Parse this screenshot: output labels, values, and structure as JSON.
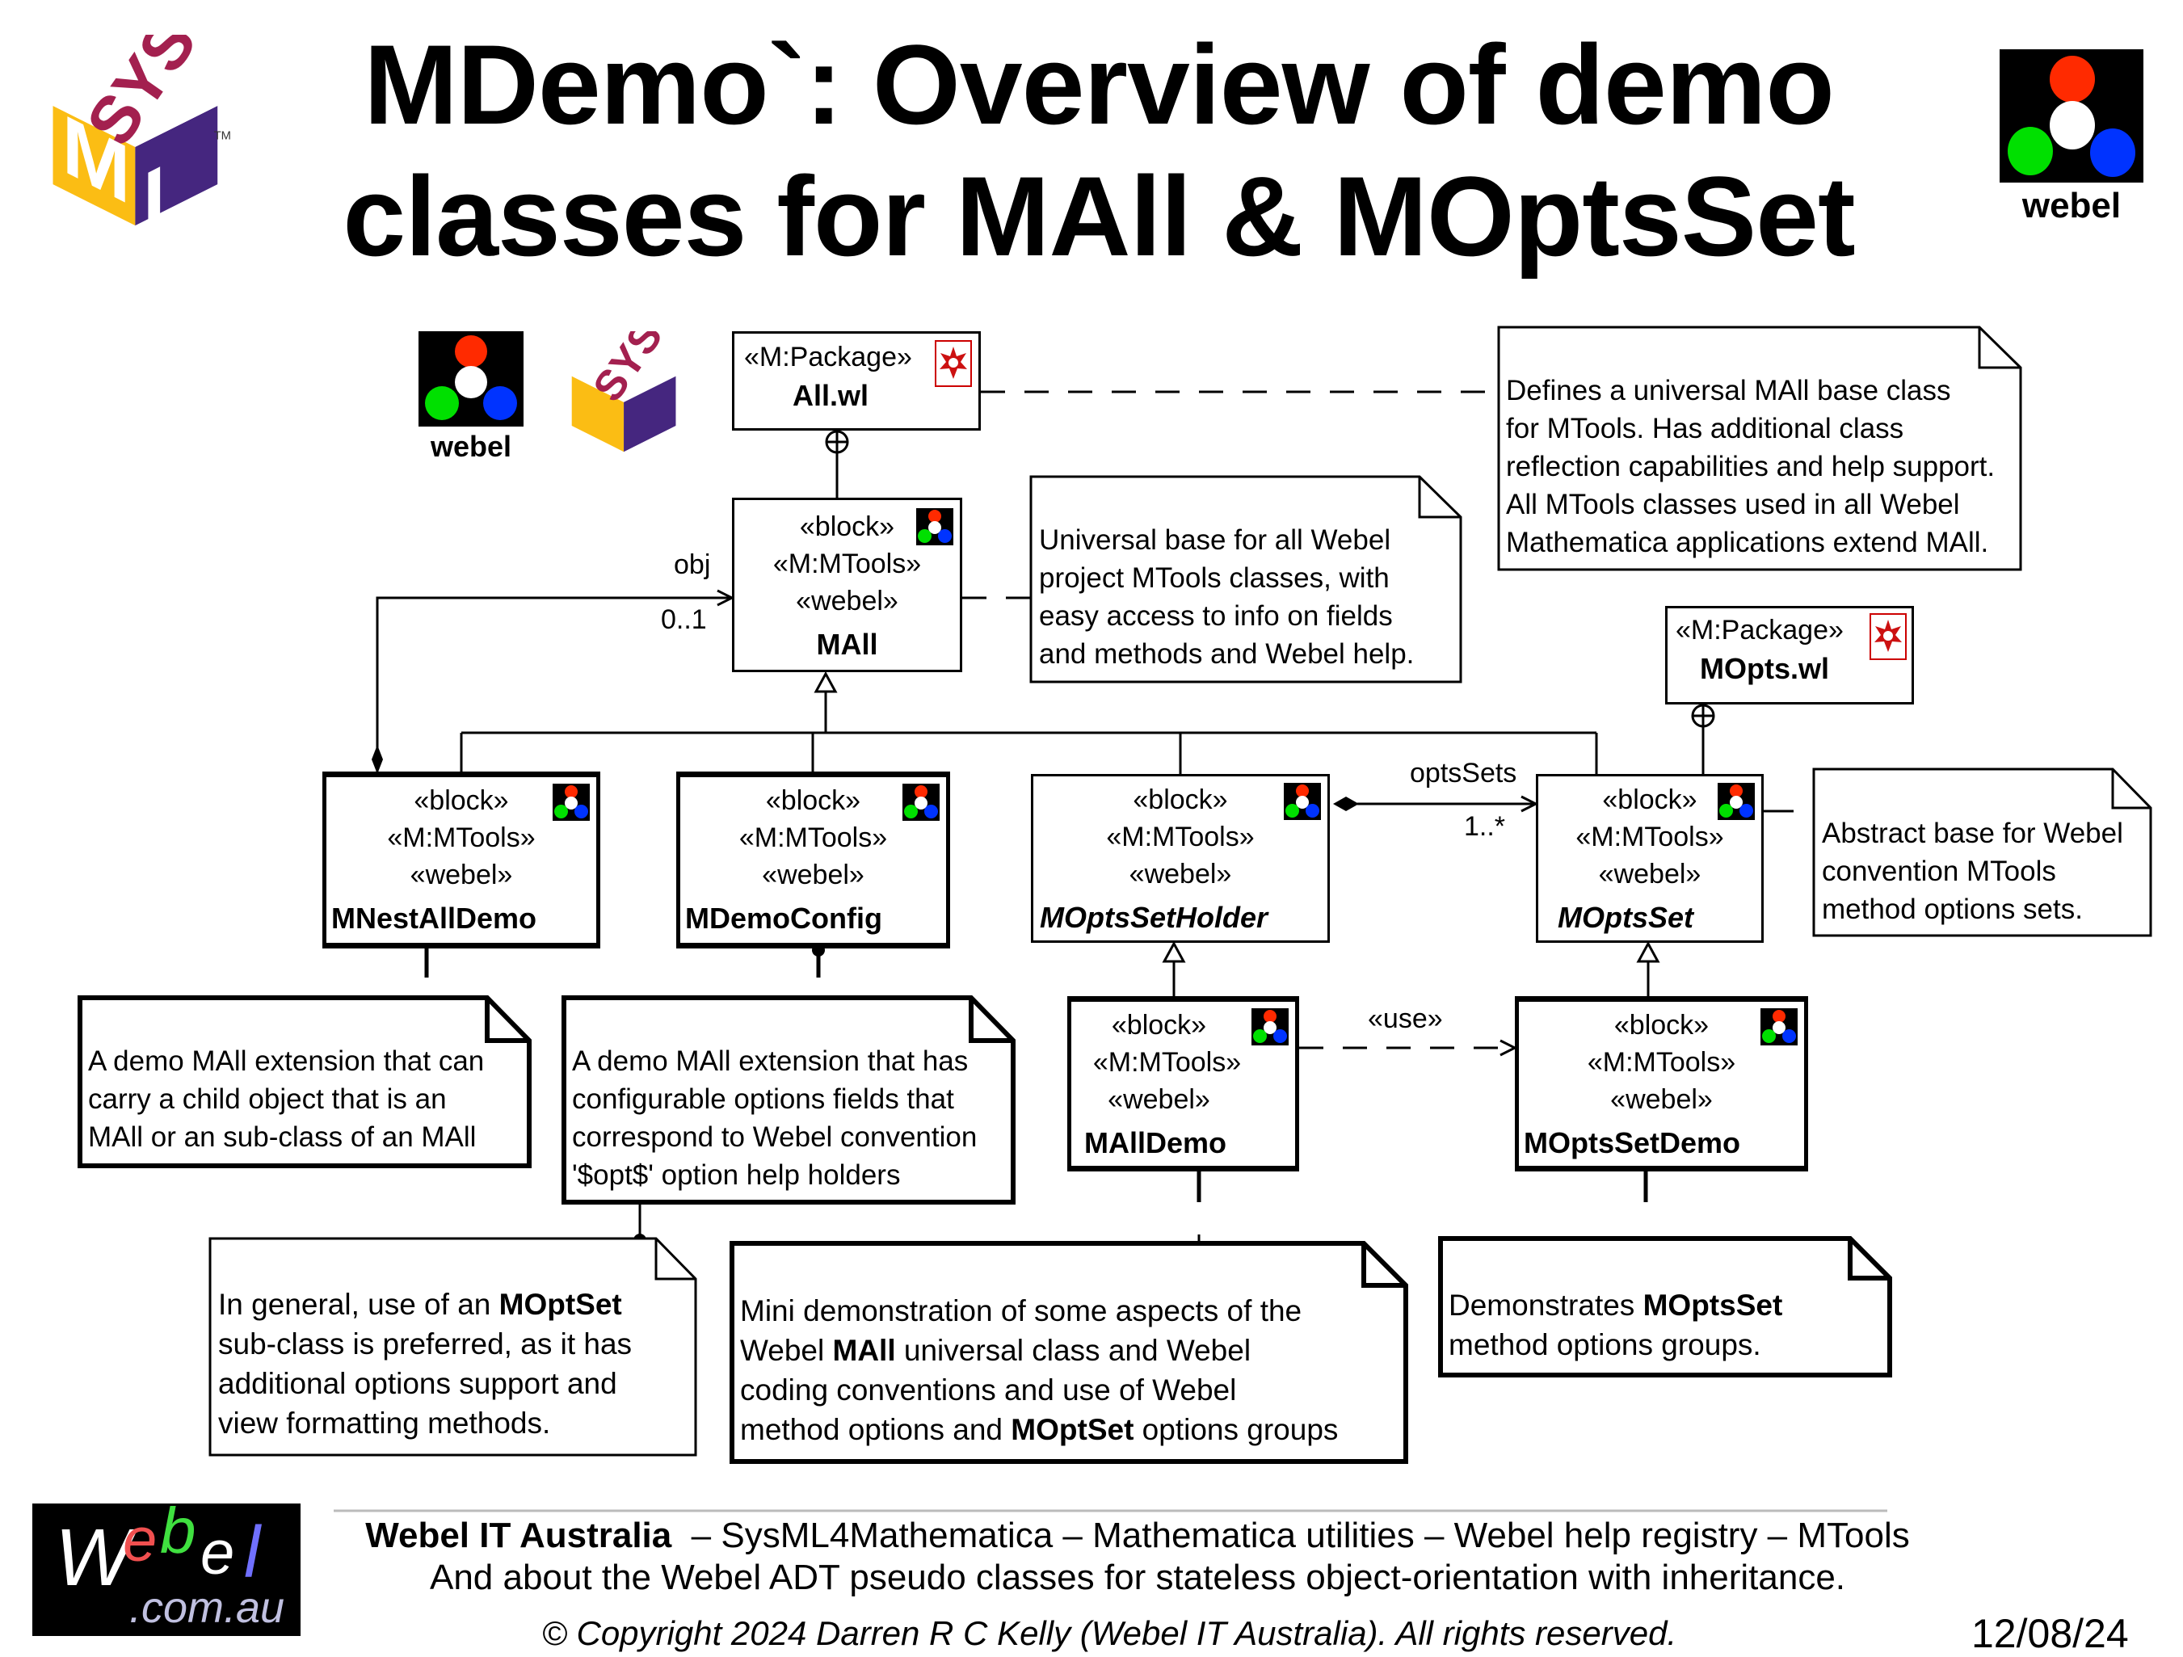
{
  "header": {
    "title_line1": "MDemo`: Overview of demo",
    "title_line2": "classes for MAll & MOptsSet",
    "webel_logo_label": "webel",
    "sysml_logo_tm": "TM"
  },
  "diagram": {
    "small_webel_logo_label": "webel",
    "packages": [
      {
        "id": "all-wl",
        "stereotype": "«M:Package»",
        "name": "All.wl",
        "icon": "wolfram-icon"
      },
      {
        "id": "mopts-wl",
        "stereotype": "«M:Package»",
        "name": "MOpts.wl",
        "icon": "wolfram-icon"
      }
    ],
    "blocks": [
      {
        "id": "mall",
        "stereotypes": [
          "«block»",
          "«M:MTools»",
          "«webel»"
        ],
        "name": "MAll",
        "abstract": false
      },
      {
        "id": "mnestalldemo",
        "stereotypes": [
          "«block»",
          "«M:MTools»",
          "«webel»"
        ],
        "name": "MNestAllDemo",
        "abstract": false
      },
      {
        "id": "mdemoconfig",
        "stereotypes": [
          "«block»",
          "«M:MTools»",
          "«webel»"
        ],
        "name": "MDemoConfig",
        "abstract": false
      },
      {
        "id": "moptssetholder",
        "stereotypes": [
          "«block»",
          "«M:MTools»",
          "«webel»"
        ],
        "name": "MOptsSetHolder",
        "abstract": true
      },
      {
        "id": "moptsset",
        "stereotypes": [
          "«block»",
          "«M:MTools»",
          "«webel»"
        ],
        "name": "MOptsSet",
        "abstract": true
      },
      {
        "id": "malldemo",
        "stereotypes": [
          "«block»",
          "«M:MTools»",
          "«webel»"
        ],
        "name": "MAllDemo",
        "abstract": false
      },
      {
        "id": "moptssetdemo",
        "stereotypes": [
          "«block»",
          "«M:MTools»",
          "«webel»"
        ],
        "name": "MOptsSetDemo",
        "abstract": false
      }
    ],
    "associations": {
      "obj_role": "obj",
      "obj_multiplicity": "0..1",
      "optssets_role": "optsSets",
      "optssets_multiplicity": "1..*",
      "use_label": "«use»"
    },
    "notes": {
      "defines": [
        "Defines a universal MAll base class",
        "for MTools. Has additional class",
        "reflection capabilities and help support.",
        "All MTools classes used in all Webel",
        "Mathematica applications extend MAll."
      ],
      "universal": [
        "Universal base for all Webel",
        "project MTools classes, with",
        "easy access to info on fields",
        "and methods and Webel help."
      ],
      "abstract": [
        "Abstract base for Webel",
        "convention MTools",
        "method options sets."
      ],
      "nest_demo": [
        "A demo MAll extension  that can",
        "carry a child object that is an",
        "MAll or an sub-class of an MAll"
      ],
      "config_demo": [
        "A demo MAll extension that has",
        "configurable options fields that",
        "correspond to Webel convention",
        "'$opt$' option help holders"
      ],
      "general": {
        "l1_pre": "In general, use of an ",
        "l1_bold": "MOptSet",
        "l2": "sub-class is preferred, as it has",
        "l3": "additional options support and",
        "l4": "view formatting methods."
      },
      "mini": {
        "l1": "Mini demonstration of some aspects of the",
        "l2_pre": "Webel ",
        "l2_bold": "MAll",
        "l2_post": " universal class and Webel",
        "l3": "coding conventions and use of Webel",
        "l4_pre": "method options and ",
        "l4_bold": "MOptSet",
        "l4_post": " options groups"
      },
      "demonstrates": {
        "l1_pre": "Demonstrates ",
        "l1_bold": "MOptsSet",
        "l2": "method options groups."
      }
    }
  },
  "footer": {
    "logo_w": "W",
    "logo_e1": "e",
    "logo_b": "b",
    "logo_e2": "e",
    "logo_l": "l",
    "logo_domain": ".com.au",
    "line1_bold": "Webel IT Australia",
    "line1_rest": "  – SysML4Mathematica – Mathematica utilities – Webel help registry – MTools",
    "line2": "And about the Webel ADT pseudo classes for stateless object-orientation with inheritance.",
    "copyright": "© Copyright 2024 Darren R C Kelly (Webel IT Australia). All rights reserved.",
    "date": "12/08/24"
  },
  "colors": {
    "sysml_magenta": "#a3204f",
    "sysml_yellow": "#fbbd14",
    "sysml_purple": "#45267f",
    "webel_red": "#ff2a00",
    "webel_green": "#00e000",
    "webel_blue": "#0033ff",
    "wolfram_red": "#cc1111"
  }
}
